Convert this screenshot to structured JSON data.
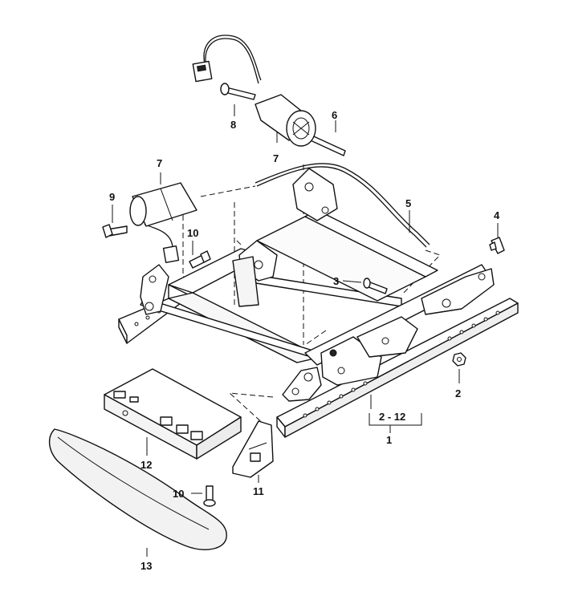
{
  "callouts": {
    "c1": "1",
    "c2": "2",
    "c2_12": "2 - 12",
    "c3": "3",
    "c4": "4",
    "c5": "5",
    "c6": "6",
    "c7_upper": "7",
    "c7_lower": "7",
    "c8": "8",
    "c9": "9",
    "c10_upper": "10",
    "c10_lower": "10",
    "c11": "11",
    "c12": "12",
    "c13": "13"
  },
  "colors": {
    "line": "#111111",
    "trim_fill": "#f2f2f2",
    "part_fill": "#ffffff"
  },
  "icons": {
    "motor": "electric-motor",
    "connector": "plug-connector",
    "bolt": "hex-bolt",
    "nut": "hex-nut",
    "rail": "seat-rail",
    "control_unit": "control-module",
    "cover": "trim-cover",
    "clip": "retaining-clip",
    "bracket": "mounting-bracket"
  }
}
